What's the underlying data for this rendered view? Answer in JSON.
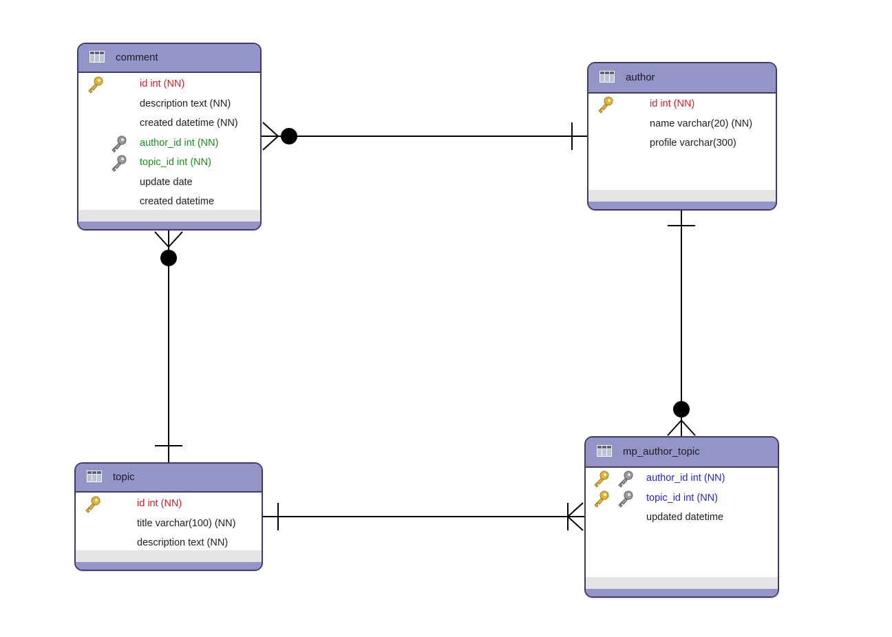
{
  "diagram": {
    "entities": {
      "comment": {
        "name": "comment",
        "columns": [
          {
            "text": "id int (NN)",
            "role": "pk"
          },
          {
            "text": "description text (NN)",
            "role": "plain"
          },
          {
            "text": "created datetime (NN)",
            "role": "plain"
          },
          {
            "text": "author_id int (NN)",
            "role": "fk"
          },
          {
            "text": "topic_id int (NN)",
            "role": "fk"
          },
          {
            "text": "update date",
            "role": "plain"
          },
          {
            "text": "created datetime",
            "role": "plain"
          }
        ]
      },
      "author": {
        "name": "author",
        "columns": [
          {
            "text": "id int (NN)",
            "role": "pk"
          },
          {
            "text": "name varchar(20) (NN)",
            "role": "plain"
          },
          {
            "text": "profile varchar(300)",
            "role": "plain"
          }
        ]
      },
      "topic": {
        "name": "topic",
        "columns": [
          {
            "text": "id int (NN)",
            "role": "pk"
          },
          {
            "text": "title varchar(100) (NN)",
            "role": "plain"
          },
          {
            "text": "description text (NN)",
            "role": "plain"
          }
        ]
      },
      "mp_author_topic": {
        "name": "mp_author_topic",
        "columns": [
          {
            "text": "author_id int (NN)",
            "role": "pkfk"
          },
          {
            "text": "topic_id int (NN)",
            "role": "pkfk"
          },
          {
            "text": "updated datetime",
            "role": "plain"
          }
        ]
      }
    },
    "relationships": [
      {
        "from": "comment",
        "from_cardinality": "zero-or-many",
        "to": "author",
        "to_cardinality": "one"
      },
      {
        "from": "comment",
        "from_cardinality": "zero-or-many",
        "to": "topic",
        "to_cardinality": "one"
      },
      {
        "from": "mp_author_topic",
        "from_cardinality": "zero-or-many",
        "to": "author",
        "to_cardinality": "one"
      },
      {
        "from": "mp_author_topic",
        "from_cardinality": "one-or-many",
        "to": "topic",
        "to_cardinality": "one"
      }
    ],
    "colors": {
      "header": "#9594c9",
      "border": "#3e3c62",
      "primary_key_text": "#cc1f2b",
      "foreign_key_text": "#1f8a1f",
      "primary_foreign_key_text": "#2626c8",
      "key_gold": "#e0b43c",
      "key_gray": "#8c8c8c"
    }
  }
}
